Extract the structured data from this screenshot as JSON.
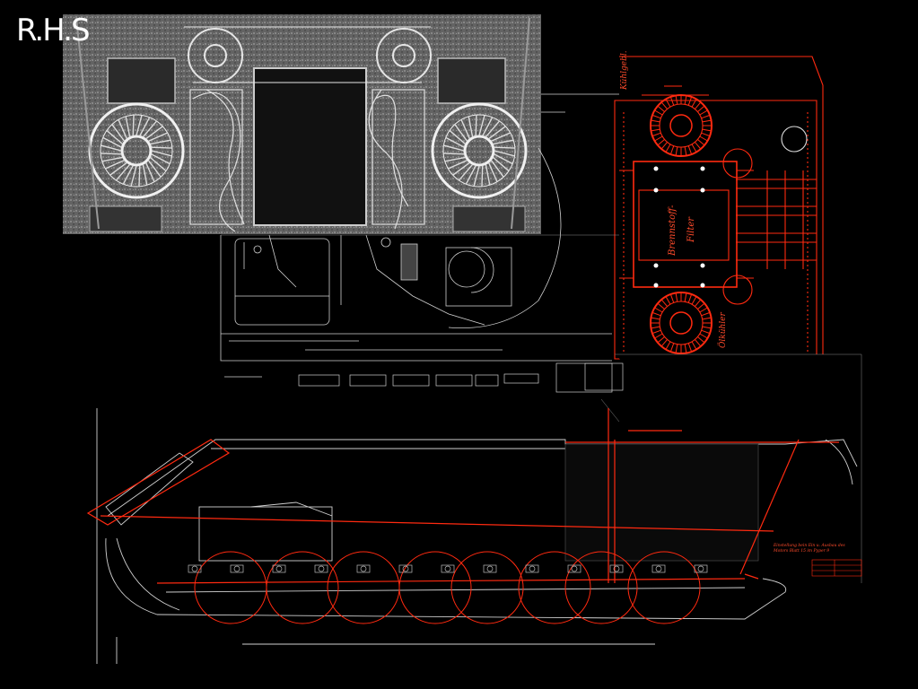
{
  "logo": {
    "text": "R.H.S"
  },
  "colors": {
    "background": "#000000",
    "blueprint_line": "#d8d8d8",
    "highlight_red": "#ff2a10",
    "photo_tint": "#7a7a7a"
  },
  "engine_bay_labels": {
    "top": "Kühlgebl.",
    "center_a": "Brennstoff-",
    "center_b": "Filter",
    "bottom": "Ölkühler"
  },
  "hull_note": [
    "Einstellung bein Ein u. Ausbau des",
    "Motors Blatt 15 im Pyper 9"
  ]
}
